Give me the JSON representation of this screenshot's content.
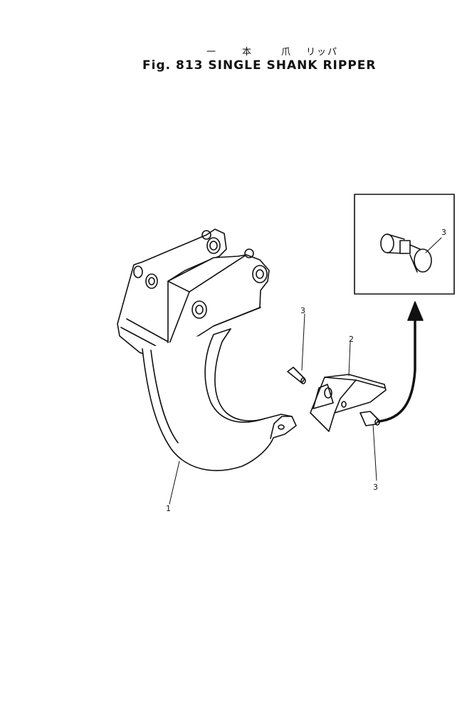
{
  "title": {
    "japanese_parts": [
      "一",
      "本",
      "爪",
      "リッパ"
    ],
    "figure_caption": "Fig. 813  SINGLE  SHANK  RIPPER"
  },
  "callouts": {
    "shank": "1",
    "tip": "2",
    "pin_upper": "3",
    "pin_lower": "3",
    "pin_detail": "3"
  }
}
